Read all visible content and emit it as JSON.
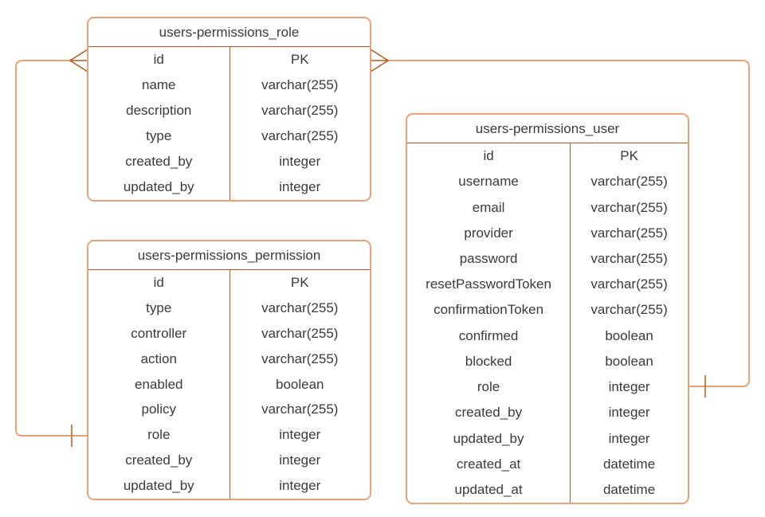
{
  "colors": {
    "stroke_light": "#EEA176",
    "stroke_dark": "#C2571D",
    "text": "#3A3A3A",
    "background": "#FFFFFF"
  },
  "diagram": {
    "tables": [
      {
        "title": "users-permissions_role",
        "rows": [
          {
            "field": "id",
            "type": "PK"
          },
          {
            "field": "name",
            "type": "varchar(255)"
          },
          {
            "field": "description",
            "type": "varchar(255)"
          },
          {
            "field": "type",
            "type": "varchar(255)"
          },
          {
            "field": "created_by",
            "type": "integer"
          },
          {
            "field": "updated_by",
            "type": "integer"
          }
        ]
      },
      {
        "title": "users-permissions_permission",
        "rows": [
          {
            "field": "id",
            "type": "PK"
          },
          {
            "field": "type",
            "type": "varchar(255)"
          },
          {
            "field": "controller",
            "type": "varchar(255)"
          },
          {
            "field": "action",
            "type": "varchar(255)"
          },
          {
            "field": "enabled",
            "type": "boolean"
          },
          {
            "field": "policy",
            "type": "varchar(255)"
          },
          {
            "field": "role",
            "type": "integer"
          },
          {
            "field": "created_by",
            "type": "integer"
          },
          {
            "field": "updated_by",
            "type": "integer"
          }
        ]
      },
      {
        "title": "users-permissions_user",
        "rows": [
          {
            "field": "id",
            "type": "PK"
          },
          {
            "field": "username",
            "type": "varchar(255)"
          },
          {
            "field": "email",
            "type": "varchar(255)"
          },
          {
            "field": "provider",
            "type": "varchar(255)"
          },
          {
            "field": "password",
            "type": "varchar(255)"
          },
          {
            "field": "resetPasswordToken",
            "type": "varchar(255)"
          },
          {
            "field": "confirmationToken",
            "type": "varchar(255)"
          },
          {
            "field": "confirmed",
            "type": "boolean"
          },
          {
            "field": "blocked",
            "type": "boolean"
          },
          {
            "field": "role",
            "type": "integer"
          },
          {
            "field": "created_by",
            "type": "integer"
          },
          {
            "field": "updated_by",
            "type": "integer"
          },
          {
            "field": "created_at",
            "type": "datetime"
          },
          {
            "field": "updated_at",
            "type": "datetime"
          }
        ]
      }
    ],
    "relationships": [
      {
        "from_table": "users-permissions_role",
        "from_field": "id",
        "from_cardinality": "many",
        "to_table": "users-permissions_permission",
        "to_field": "role",
        "to_cardinality": "one"
      },
      {
        "from_table": "users-permissions_role",
        "from_field": "id",
        "from_cardinality": "many",
        "to_table": "users-permissions_user",
        "to_field": "role",
        "to_cardinality": "one"
      }
    ]
  }
}
